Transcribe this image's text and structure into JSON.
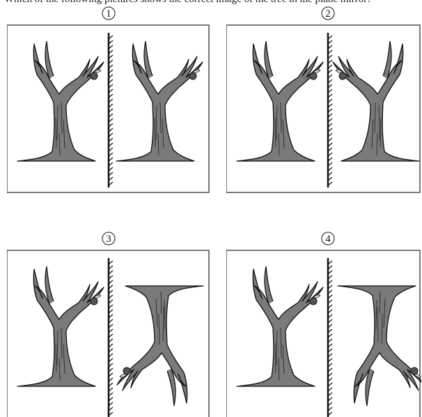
{
  "caption": "Which of the following pictures shows the correct image of the tree in the plane mirror?",
  "panels": [
    {
      "number": "1",
      "mirror_image": "upright-same"
    },
    {
      "number": "2",
      "mirror_image": "upright-reversed"
    },
    {
      "number": "3",
      "mirror_image": "inverted-reversed"
    },
    {
      "number": "4",
      "mirror_image": "inverted"
    }
  ],
  "colors": {
    "trunk_fill": "#7a7a7a",
    "outline": "#111111",
    "frame": "#222222",
    "background": "#ffffff"
  }
}
